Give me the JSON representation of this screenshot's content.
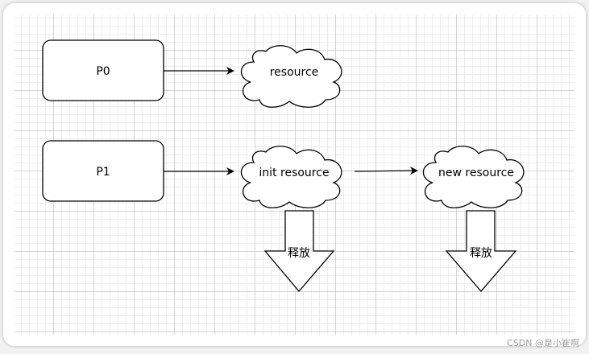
{
  "diagram": {
    "process_p0": "P0",
    "process_p1": "P1",
    "cloud_resource": "resource",
    "cloud_init_resource": "init resource",
    "cloud_new_resource": "new resource",
    "release_left": "释放",
    "release_right": "释放"
  },
  "watermark": "CSDN @是小崔啊"
}
